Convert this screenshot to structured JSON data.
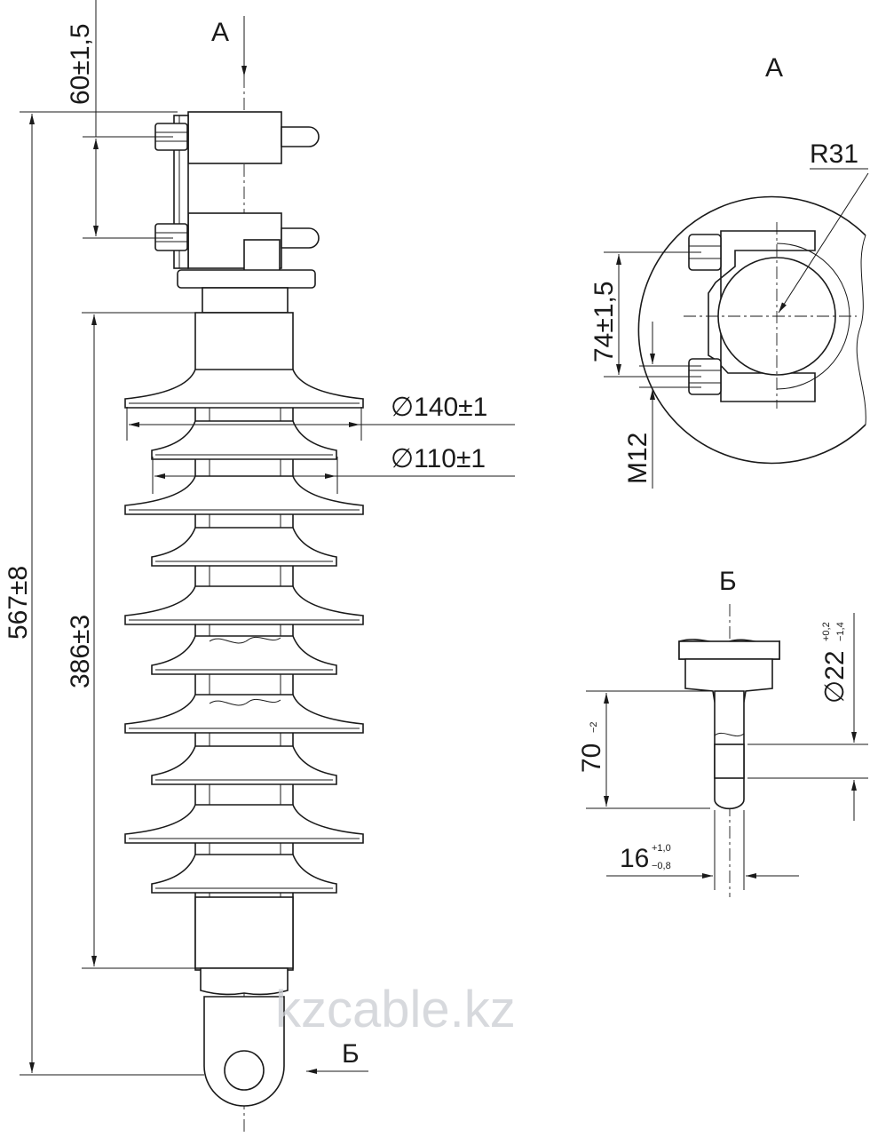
{
  "views": {
    "a_arrow": "А",
    "b_arrow": "Б",
    "a_title": "А",
    "b_title": "Б"
  },
  "dims": {
    "d60": "60±1,5",
    "d567": "567±8",
    "d386": "386±3",
    "d140": "∅140±1",
    "d110": "∅110±1",
    "r31": "R31",
    "d74": "74±1,5",
    "m12": "M12",
    "d70": "70",
    "d70_tol": "−2",
    "d22": "∅22",
    "d22_tol_up": "+0,2",
    "d22_tol_dn": "−1,4",
    "d16": "16",
    "d16_tol_up": "+1,0",
    "d16_tol_dn": "−0,8"
  },
  "watermark": "kzcable.kz"
}
